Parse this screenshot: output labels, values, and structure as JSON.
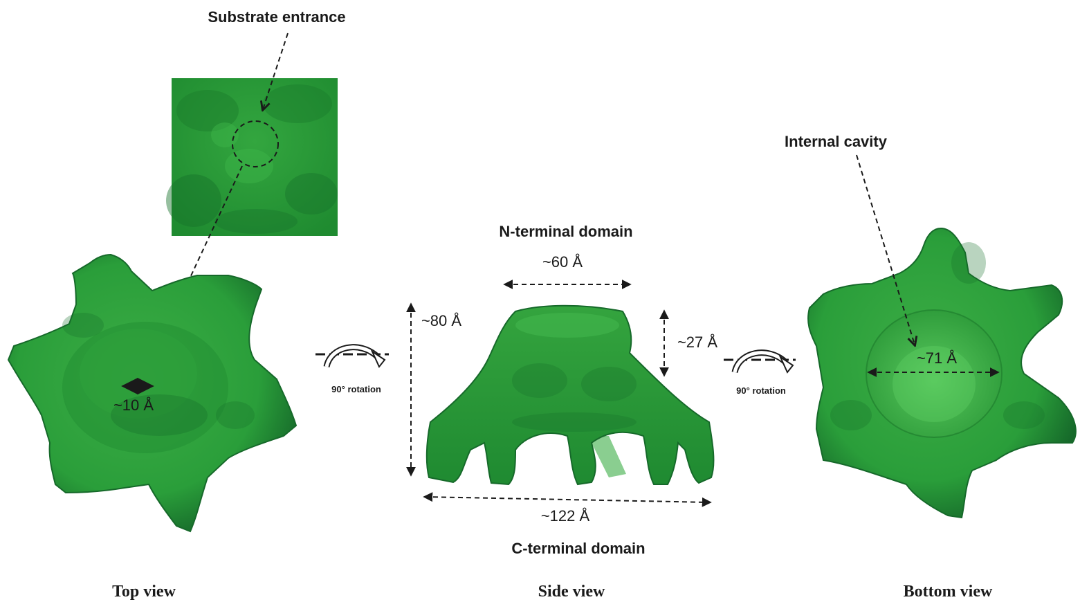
{
  "labels": {
    "substrate_entrance": "Substrate entrance",
    "internal_cavity": "Internal cavity",
    "n_terminal": "N-terminal domain",
    "c_terminal": "C-terminal domain",
    "top_view": "Top view",
    "side_view": "Side view",
    "bottom_view": "Bottom view"
  },
  "measurements": {
    "pore_width": "~10 Å",
    "n_term_width": "~60 Å",
    "height": "~80 Å",
    "n_term_height": "~27 Å",
    "base_width": "~122 Å",
    "cavity_width": "~71 Å"
  },
  "rotations": {
    "left": "90° rotation",
    "right": "90° rotation"
  },
  "colors": {
    "protein": "#2a9e3a",
    "protein_dark": "#17712a",
    "protein_light": "#47bd52",
    "ink": "#1a1a1a"
  }
}
